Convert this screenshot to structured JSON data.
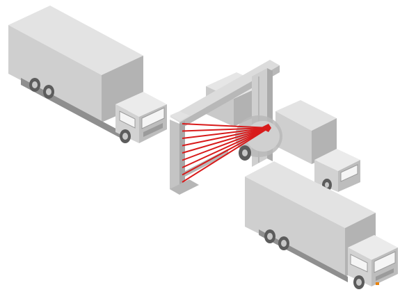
{
  "colors": {
    "background": "#ffffff",
    "beam": "#d81b1b",
    "body_light": "#d9d9d9",
    "body_mid": "#c2c2c2",
    "body_dark": "#a5a5a5",
    "cab_light": "#e8e8e8",
    "window": "#f4f4f4",
    "tire": "#5c5c5c",
    "hub": "#c8c8c8",
    "light_orange": "#e8830f"
  },
  "scene": {
    "objects": [
      "truck-upper-left",
      "truck-in-portal",
      "truck-lower-right",
      "scanner-portal",
      "radiation-source",
      "detector-array",
      "scan-beams"
    ],
    "beam_count": 9
  }
}
